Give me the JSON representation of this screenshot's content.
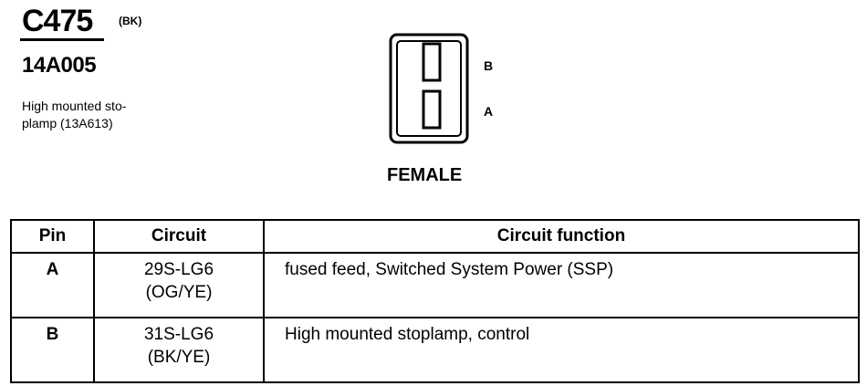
{
  "connector": {
    "id": "C475",
    "color_code": "(BK)",
    "part_number": "14A005",
    "description_lines": [
      "High mounted sto-",
      "plamp (13A613)"
    ],
    "gender": "FEMALE",
    "pin_labels": {
      "b": "B",
      "a": "A"
    }
  },
  "table": {
    "headers": {
      "pin": "Pin",
      "circuit": "Circuit",
      "function": "Circuit function"
    },
    "rows": [
      {
        "pin": "A",
        "circuit": "29S-LG6",
        "wire_color": "(OG/YE)",
        "function": "fused feed, Switched System Power (SSP)"
      },
      {
        "pin": "B",
        "circuit": "31S-LG6",
        "wire_color": "(BK/YE)",
        "function": "High mounted stoplamp, control"
      }
    ]
  }
}
